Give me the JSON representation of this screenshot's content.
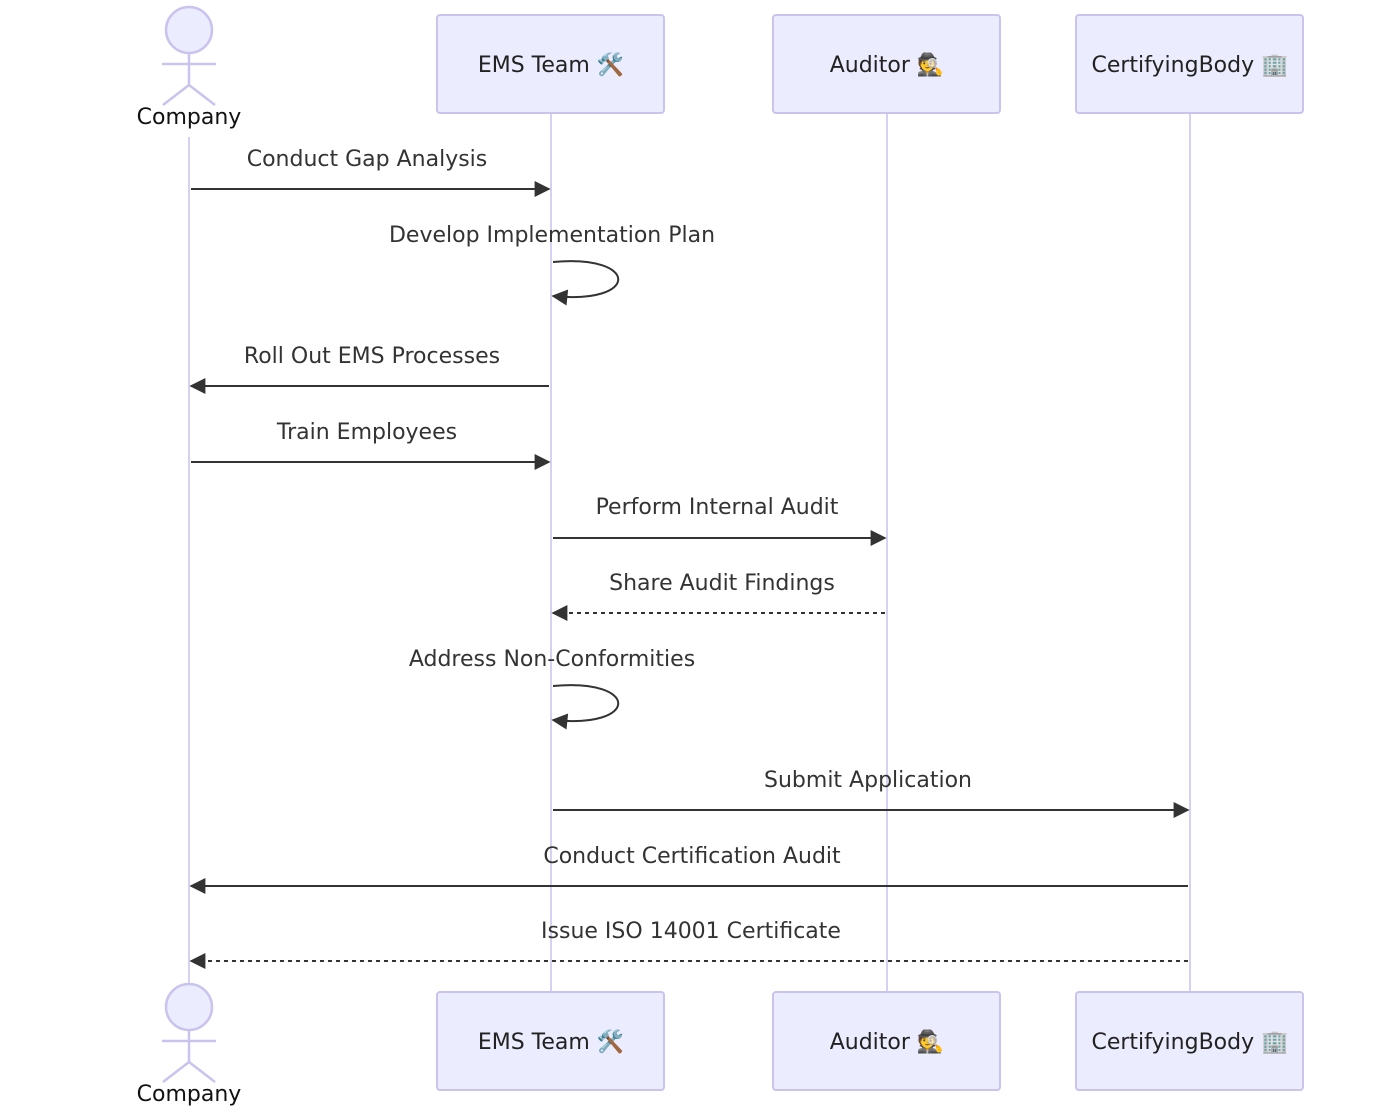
{
  "participants": [
    {
      "id": "company",
      "label": "Company",
      "kind": "actor"
    },
    {
      "id": "ems",
      "label": "EMS Team 🛠️",
      "kind": "box"
    },
    {
      "id": "auditor",
      "label": "Auditor 🕵️",
      "kind": "box"
    },
    {
      "id": "cert",
      "label": "CertifyingBody 🏢",
      "kind": "box"
    }
  ],
  "messages": [
    {
      "from": "company",
      "to": "ems",
      "label": "Conduct Gap Analysis",
      "style": "solid"
    },
    {
      "from": "ems",
      "to": "ems",
      "label": "Develop Implementation Plan",
      "style": "solid"
    },
    {
      "from": "ems",
      "to": "company",
      "label": "Roll Out EMS Processes",
      "style": "solid"
    },
    {
      "from": "company",
      "to": "ems",
      "label": "Train Employees",
      "style": "solid"
    },
    {
      "from": "ems",
      "to": "auditor",
      "label": "Perform Internal Audit",
      "style": "solid"
    },
    {
      "from": "auditor",
      "to": "ems",
      "label": "Share Audit Findings",
      "style": "dashed"
    },
    {
      "from": "ems",
      "to": "ems",
      "label": "Address Non-Conformities",
      "style": "solid"
    },
    {
      "from": "ems",
      "to": "cert",
      "label": "Submit Application",
      "style": "solid"
    },
    {
      "from": "cert",
      "to": "company",
      "label": "Conduct Certification Audit",
      "style": "solid"
    },
    {
      "from": "cert",
      "to": "company",
      "label": "Issue ISO 14001 Certificate",
      "style": "dashed"
    }
  ],
  "colors": {
    "box_fill": "#ececff",
    "box_stroke": "#c9c3ee",
    "lifeline": "#d6d0f2",
    "arrow": "#333333"
  }
}
